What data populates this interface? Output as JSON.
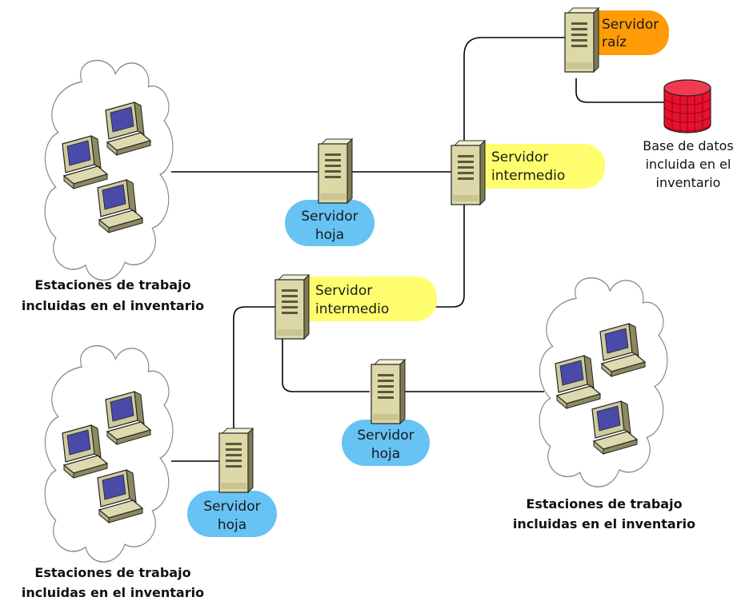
{
  "colors": {
    "leaf_pill": "#66c3f3",
    "intermediate_pill": "#fffe6e",
    "root_pill": "#ff9b06",
    "database": "#e8112d",
    "connector": "#000000"
  },
  "nodes": {
    "root": {
      "icon": "server-icon",
      "line1": "Servidor",
      "line2": "raíz"
    },
    "database": {
      "icon": "database-icon",
      "line1": "Base de datos",
      "line2": "incluida en el",
      "line3": "inventario"
    },
    "intermediate_top": {
      "icon": "server-icon",
      "line1": "Servidor",
      "line2": "intermedio"
    },
    "intermediate_mid": {
      "icon": "server-icon",
      "line1": "Servidor",
      "line2": "intermedio"
    },
    "leaf_top": {
      "icon": "server-icon",
      "line1": "Servidor",
      "line2": "hoja"
    },
    "leaf_mid": {
      "icon": "server-icon",
      "line1": "Servidor",
      "line2": "hoja"
    },
    "leaf_bottom": {
      "icon": "server-icon",
      "line1": "Servidor",
      "line2": "hoja"
    }
  },
  "clouds": {
    "top_left": {
      "icon": "workstation-icon",
      "line1": "Estaciones de trabajo",
      "line2": "incluidas en el inventario"
    },
    "bottom_left": {
      "icon": "workstation-icon",
      "line1": "Estaciones de trabajo",
      "line2": "incluidas en el inventario"
    },
    "right": {
      "icon": "workstation-icon",
      "line1": "Estaciones de trabajo",
      "line2": "incluidas en el inventario"
    }
  }
}
